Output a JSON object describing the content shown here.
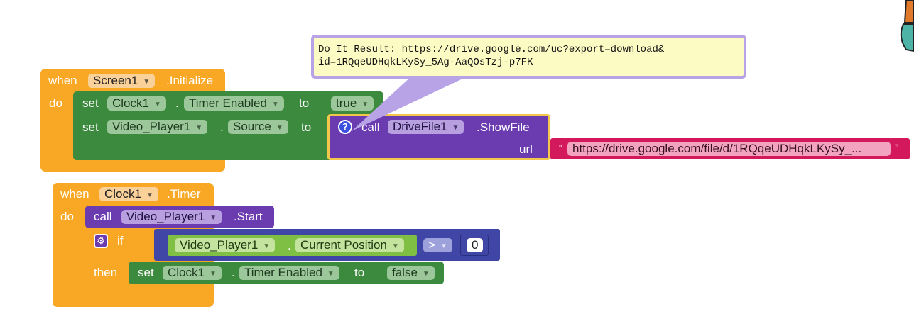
{
  "colors": {
    "event_block": "#f8a825",
    "set_block": "#3c8a3d",
    "call_block": "#6b3bb0",
    "getter_block": "#7fbf44",
    "compare_block": "#3f46a6",
    "text_block": "#d4185c",
    "tooltip_bg": "#fdfbc4"
  },
  "tooltip": {
    "line1": "Do It Result: https://drive.google.com/uc?export=download&",
    "line2": "id=1RQqeUDHqkLKySy_5Ag-AaQOsTzj-p7FK"
  },
  "block1": {
    "when": "when",
    "component": "Screen1",
    "event": ".Initialize",
    "do": "do",
    "set1": {
      "set": "set",
      "component": "Clock1",
      "dot": ".",
      "property": "Timer Enabled",
      "to": "to",
      "value": "true"
    },
    "set2": {
      "set": "set",
      "component": "Video_Player1",
      "dot": ".",
      "property": "Source",
      "to": "to"
    },
    "call": {
      "help_icon": "?",
      "call": "call",
      "component": "DriveFile1",
      "method": ".ShowFile",
      "url_label": "url",
      "quote_open": "“",
      "url_value": "https://drive.google.com/file/d/1RQqeUDHqkLKySy_...",
      "quote_close": "”"
    }
  },
  "block2": {
    "when": "when",
    "component": "Clock1",
    "event": ".Timer",
    "do": "do",
    "call": {
      "call": "call",
      "component": "Video_Player1",
      "method": ".Start"
    },
    "if": {
      "if": "if",
      "then": "then",
      "getter_component": "Video_Player1",
      "dot": ".",
      "getter_property": "Current Position",
      "operator": ">",
      "number": "0"
    },
    "set": {
      "set": "set",
      "component": "Clock1",
      "dot": ".",
      "property": "Timer Enabled",
      "to": "to",
      "value": "false"
    }
  }
}
